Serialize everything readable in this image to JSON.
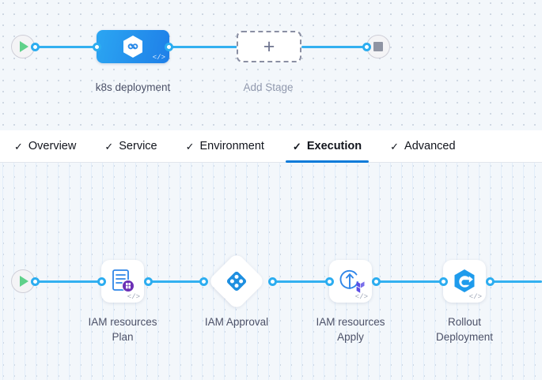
{
  "stage_canvas": {
    "start_node": {
      "icon": "play-icon",
      "label": ""
    },
    "stage": {
      "label": "k8s deployment",
      "icon": "helm-hexagon-icon",
      "code_badge": "</>"
    },
    "add_stage": {
      "label": "Add Stage",
      "icon": "plus-icon"
    },
    "end_node": {
      "icon": "stop-square-icon"
    }
  },
  "tabs": [
    {
      "label": "Overview",
      "check": "✓",
      "active": false
    },
    {
      "label": "Service",
      "check": "✓",
      "active": false
    },
    {
      "label": "Environment",
      "check": "✓",
      "active": false
    },
    {
      "label": "Execution",
      "check": "✓",
      "active": true
    },
    {
      "label": "Advanced",
      "check": "✓",
      "active": false
    }
  ],
  "execution_canvas": {
    "start_node": {
      "icon": "play-icon"
    },
    "steps": [
      {
        "label": "IAM resources\nPlan",
        "icon": "terraform-plan-icon",
        "code_badge": "</>",
        "shape": "rounded-square"
      },
      {
        "label": "IAM Approval",
        "icon": "approval-diamond-icon",
        "code_badge": "",
        "shape": "diamond"
      },
      {
        "label": "IAM resources\nApply",
        "icon": "terraform-apply-icon",
        "code_badge": "</>",
        "shape": "rounded-square"
      },
      {
        "label": "Rollout\nDeployment",
        "icon": "rollout-hexagon-icon",
        "code_badge": "</>",
        "shape": "rounded-square"
      }
    ]
  },
  "colors": {
    "accent_blue": "#2cadf0",
    "tab_active_blue": "#0b7ad9",
    "stage_gradient_start": "#2ba6f2",
    "stage_gradient_end": "#1f7fe8",
    "play_green": "#5fd18a",
    "stop_gray": "#8f94a3",
    "terraform_purple": "#5c4ee5",
    "canvas_bg": "#f3f7fb"
  }
}
